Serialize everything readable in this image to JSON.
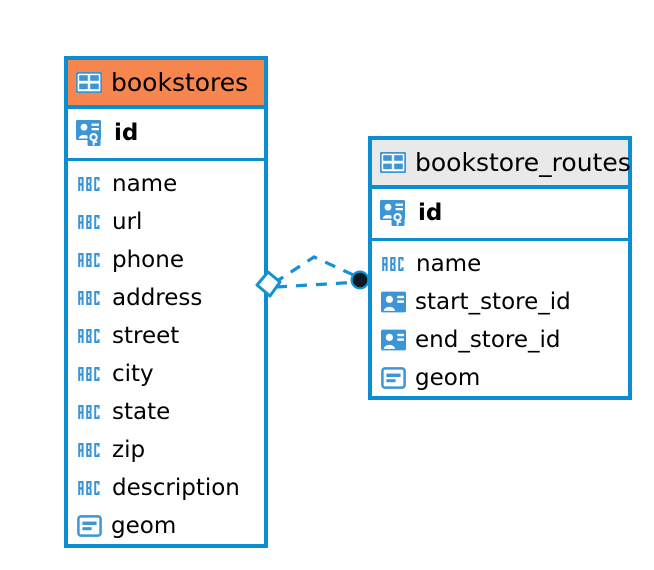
{
  "diagram": {
    "type": "entity-relationship-diagram",
    "colors": {
      "border": "#0b8ed1",
      "accent_header": "#f6854e",
      "neutral_header": "#e9e9e9",
      "icon_blue": "#3b95d6",
      "connector": "#1391d4",
      "connector_endpoint": "#0d1a26"
    },
    "entities": [
      {
        "name": "bookstores",
        "header_style": "accent",
        "table_icon": "table-icon",
        "primary_key": {
          "label": "id",
          "icon": "primary-key-icon"
        },
        "fields": [
          {
            "label": "name",
            "icon": "text-abc-icon"
          },
          {
            "label": "url",
            "icon": "text-abc-icon"
          },
          {
            "label": "phone",
            "icon": "text-abc-icon"
          },
          {
            "label": "address",
            "icon": "text-abc-icon"
          },
          {
            "label": "street",
            "icon": "text-abc-icon"
          },
          {
            "label": "city",
            "icon": "text-abc-icon"
          },
          {
            "label": "state",
            "icon": "text-abc-icon"
          },
          {
            "label": "zip",
            "icon": "text-abc-icon"
          },
          {
            "label": "description",
            "icon": "text-abc-icon"
          },
          {
            "label": "geom",
            "icon": "geometry-icon"
          }
        ]
      },
      {
        "name": "bookstore_routes",
        "header_style": "neutral",
        "table_icon": "table-icon",
        "primary_key": {
          "label": "id",
          "icon": "primary-key-icon"
        },
        "fields": [
          {
            "label": "name",
            "icon": "text-abc-icon"
          },
          {
            "label": "start_store_id",
            "icon": "foreign-key-icon"
          },
          {
            "label": "end_store_id",
            "icon": "foreign-key-icon"
          },
          {
            "label": "geom",
            "icon": "geometry-icon"
          }
        ]
      }
    ],
    "relationship": {
      "source_entity": "bookstores",
      "target_entity": "bookstore_routes",
      "source_marker": "diamond-open",
      "target_marker": "circle-filled",
      "line_style": "dashed"
    }
  }
}
